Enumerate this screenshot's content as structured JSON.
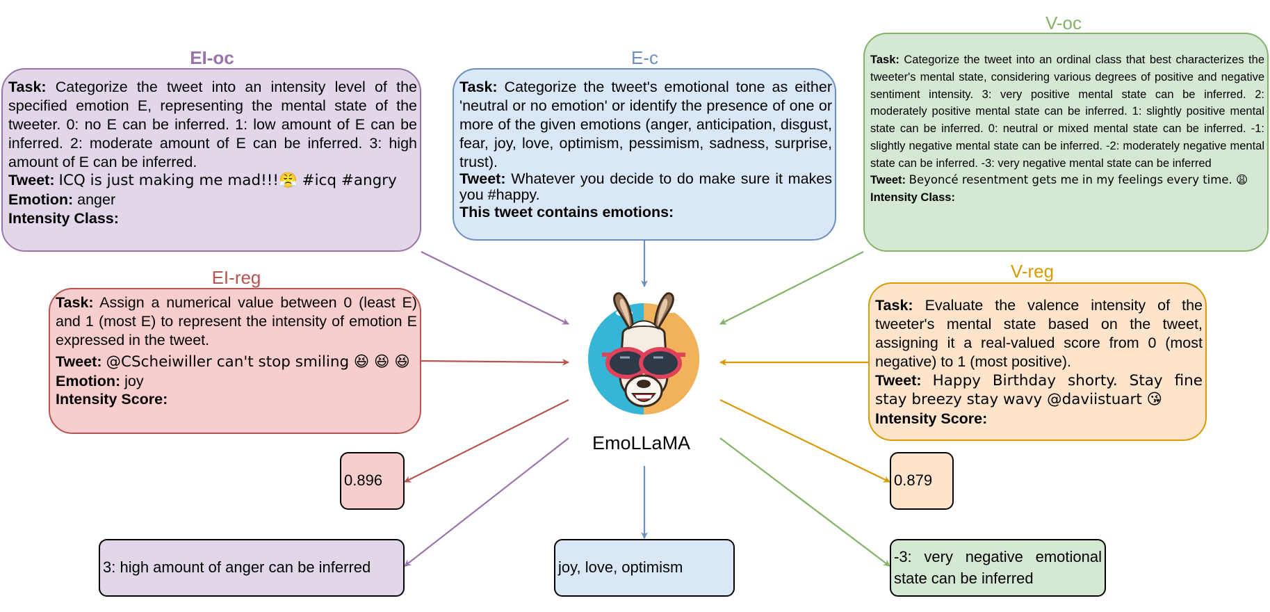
{
  "center": {
    "name": "EmoLLaMA"
  },
  "titles": {
    "eioc": "EI-oc",
    "ec": "E-c",
    "voc": "V-oc",
    "eireg": "EI-reg",
    "vreg": "V-reg"
  },
  "labels": {
    "task": "Task:",
    "tweet": "Tweet:",
    "emotion": "Emotion:",
    "intensity_class": "Intensity Class:",
    "intensity_score": "Intensity Score:",
    "contains": "This tweet contains emotions:"
  },
  "eioc": {
    "task": "Categorize the tweet into an intensity level of the specified emotion E, representing the mental state of the tweeter. 0: no E can be inferred. 1: low amount of E can be inferred. 2: moderate amount of E can be inferred. 3: high amount of E can be inferred.",
    "tweet": "ICQ is just making me mad!!!😤 #icq #angry",
    "emotion": "anger",
    "output": "3: high amount of anger can be inferred"
  },
  "ec": {
    "task": "Categorize the tweet's emotional tone as either 'neutral or no emotion' or identify the presence of one or more of the given emotions (anger, anticipation, disgust, fear, joy, love, optimism, pessimism, sadness, surprise, trust).",
    "tweet": "Whatever you decide to do make sure it makes you #happy.",
    "output": "joy, love, optimism"
  },
  "voc": {
    "task": "Categorize the tweet into an ordinal class that best characterizes the tweeter's mental state, considering various degrees of positive and negative sentiment intensity. 3: very positive mental state can be inferred. 2: moderately positive mental state can be inferred. 1: slightly positive mental state can be inferred. 0: neutral or mixed mental state can be inferred. -1: slightly negative mental state can be inferred. -2: moderately negative mental state can be inferred. -3: very negative mental state can be inferred",
    "tweet": "Beyoncé resentment gets me in my feelings every time. 😩",
    "output": "-3: very negative emotional state can be inferred"
  },
  "eireg": {
    "task": "Assign a numerical value between 0 (least E) and 1 (most E) to represent the intensity of emotion E expressed in the tweet.",
    "tweet": "@CScheiwiller can't stop smiling 😆 😆 😆",
    "emotion": "joy",
    "output": "0.896"
  },
  "vreg": {
    "task": "Evaluate the valence intensity of the tweeter's mental state based on the tweet, assigning it a real-valued score from 0 (most negative) to 1 (most positive).",
    "tweet": "Happy Birthday shorty. Stay fine stay breezy stay wavy @daviistuart 😘",
    "output": "0.879"
  },
  "colors": {
    "purple": "#9a73ad",
    "blue": "#6c8ebf",
    "green": "#82b366",
    "red": "#b85450",
    "orange": "#d79b00"
  },
  "icons": {
    "logo": "llama-with-sunglasses-icon"
  }
}
